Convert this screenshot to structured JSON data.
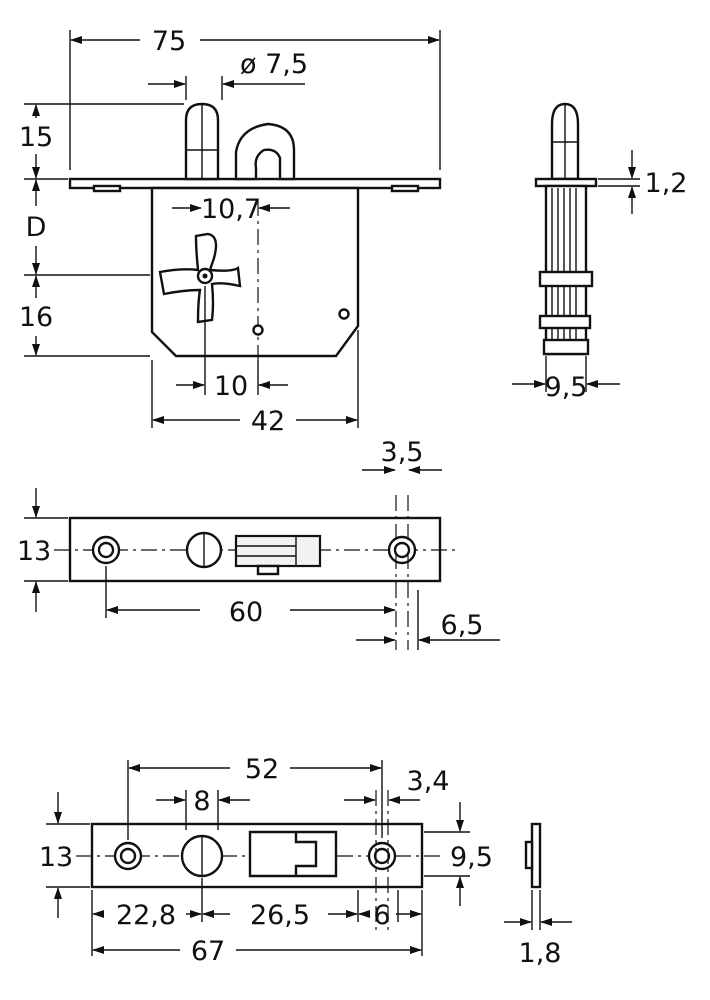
{
  "dimensions": {
    "overall_width": "75",
    "bolt_diameter": "ø 7,5",
    "bolt_height": "15",
    "backset": "D",
    "lower_height": "16",
    "bolt_offset": "10,7",
    "spindle_offset": "10",
    "case_width": "42",
    "side_thickness": "1,2",
    "side_depth": "9,5",
    "strike1_height": "13",
    "strike1_hole_spacing": "60",
    "strike1_hole_dia": "3,5",
    "strike1_edge_offset": "6,5",
    "strike2_hole_spacing": "52",
    "strike2_center_hole": "8",
    "strike2_hole_dia": "3,4",
    "strike2_height": "13",
    "strike2_slot": "9,5",
    "strike2_offset_a": "22,8",
    "strike2_offset_b": "26,5",
    "strike2_offset_c": "6",
    "strike2_length": "67",
    "strike2_thickness": "1,8"
  }
}
